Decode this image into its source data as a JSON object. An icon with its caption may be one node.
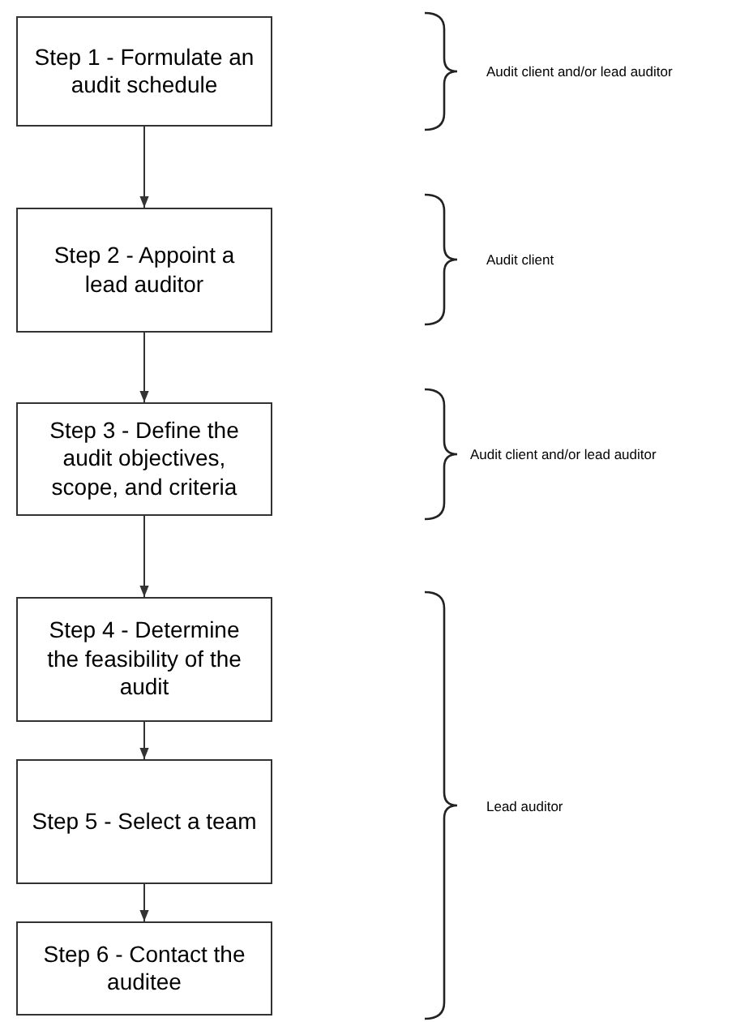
{
  "diagram": {
    "nodes": [
      {
        "text": [
          "Step 1 - Formulate an audit schedule"
        ]
      },
      {
        "text": [
          "Step 2 - Appoint a lead auditor"
        ]
      },
      {
        "text": [
          "Step 3 - Define the audit objectives, scope, and criteria"
        ]
      },
      {
        "text": [
          "Step 4 - Determine the feasibility of the audit"
        ]
      },
      {
        "text": [
          "Step 5 - Select a team"
        ]
      },
      {
        "text": [
          "Step 6 - Contact the auditee"
        ]
      }
    ],
    "edges": [
      {
        "from": 0,
        "to": 1,
        "arrow": "to"
      },
      {
        "from": 1,
        "to": 2,
        "arrow": "to"
      },
      {
        "from": 2,
        "to": 3,
        "arrow": "to"
      },
      {
        "from": 3,
        "to": 4,
        "arrow": "to"
      },
      {
        "from": 4,
        "to": 5,
        "arrow": "to"
      }
    ],
    "labels": [
      "Audit client and/or lead auditor",
      "Audit client",
      "Audit client and/or lead auditor",
      "Lead auditor"
    ]
  }
}
